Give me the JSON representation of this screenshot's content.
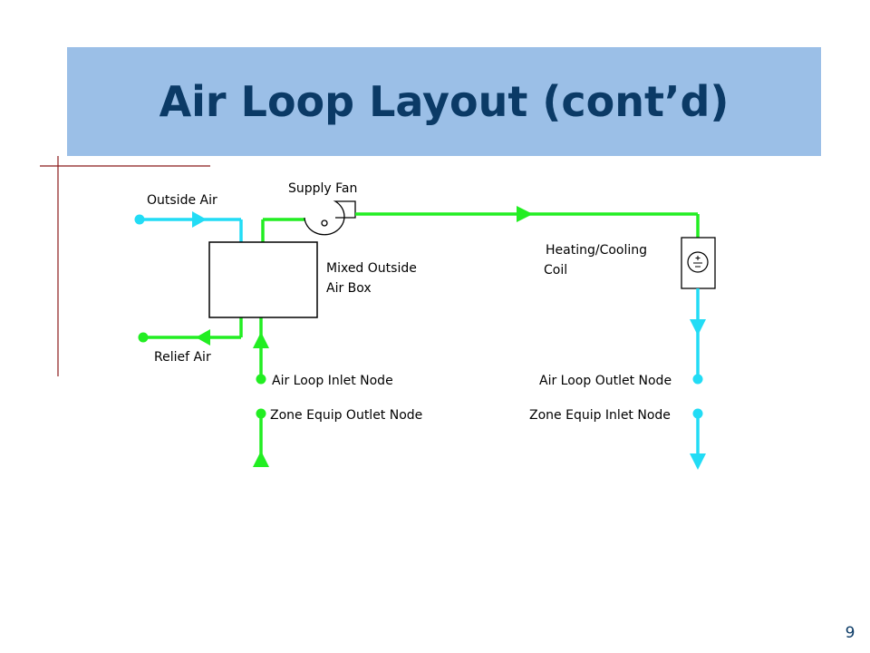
{
  "slide": {
    "title": "Air Loop Layout (cont’d)",
    "page_number": "9"
  },
  "diagram": {
    "labels": {
      "outside_air": "Outside Air",
      "supply_fan": "Supply Fan",
      "relief_air": "Relief Air",
      "mixed_box_line1": "Mixed Outside",
      "mixed_box_line2": "Air Box",
      "coil_line1": "Heating/Cooling",
      "coil_line2": "Coil",
      "air_loop_inlet_node": "Air Loop Inlet Node",
      "zone_equip_outlet_node": "Zone Equip Outlet Node",
      "air_loop_outlet_node": "Air Loop Outlet Node",
      "zone_equip_inlet_node": "Zone Equip Inlet Node"
    },
    "colors": {
      "title_bar": "#9bbfe7",
      "title_text": "#0b3a66",
      "supply_path": "#22ee22",
      "outdoor_path": "#22dcf5",
      "accent_lines": "#8b1a1a"
    }
  }
}
